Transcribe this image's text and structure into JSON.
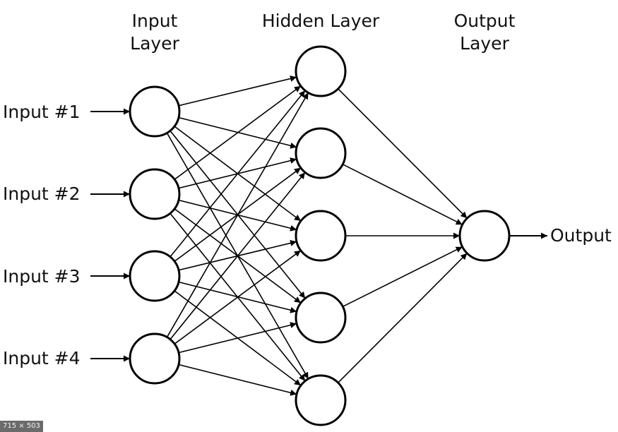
{
  "layers": {
    "input": {
      "title_lines": [
        "Input",
        "Layer"
      ]
    },
    "hidden": {
      "title_lines": [
        "Hidden Layer"
      ]
    },
    "output": {
      "title_lines": [
        "Output",
        "Layer"
      ]
    }
  },
  "inputs": [
    "Input #1",
    "Input #2",
    "Input #3",
    "Input #4"
  ],
  "output_label": "Output",
  "image_size_badge": "715 × 503",
  "colors": {
    "stroke": "#000000",
    "node_fill": "#ffffff",
    "text": "#111111",
    "badge_background": "#6b6b6b"
  }
}
